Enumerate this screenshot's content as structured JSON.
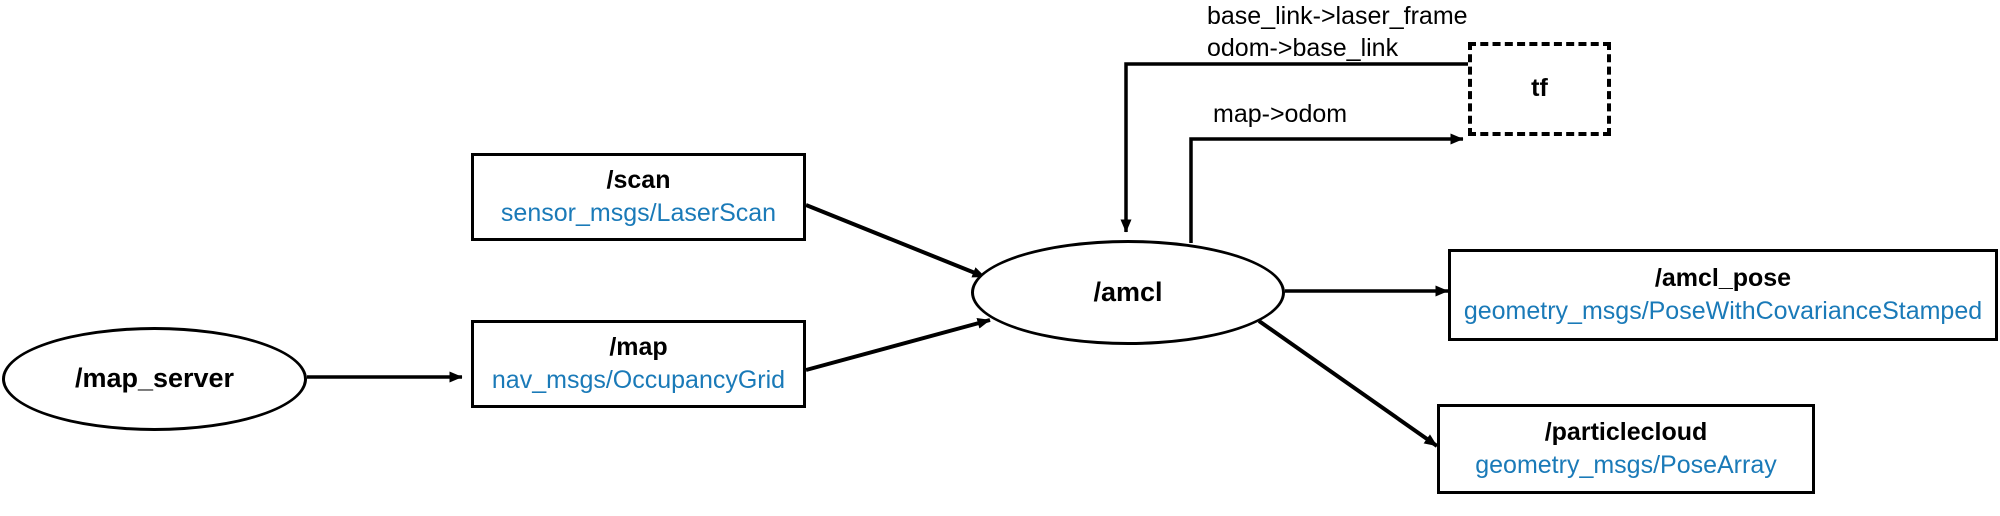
{
  "diagram": {
    "title": "AMCL ROS node graph",
    "colors": {
      "stroke": "#000000",
      "node_fill": "#ffffff",
      "message_type": "#1a7ab8",
      "background": "#ffffff"
    }
  },
  "nodes": {
    "map_server": {
      "name": "/map_server",
      "shape": "ellipse",
      "kind": "node"
    },
    "amcl": {
      "name": "/amcl",
      "shape": "ellipse",
      "kind": "node"
    },
    "tf": {
      "name": "tf",
      "shape": "dashed-rect",
      "kind": "transform-tree"
    },
    "scan_topic": {
      "name": "/scan",
      "type": "sensor_msgs/LaserScan",
      "shape": "rect",
      "kind": "topic"
    },
    "map_topic": {
      "name": "/map",
      "type": "nav_msgs/OccupancyGrid",
      "shape": "rect",
      "kind": "topic"
    },
    "amcl_pose_topic": {
      "name": "/amcl_pose",
      "type": "geometry_msgs/PoseWithCovarianceStamped",
      "shape": "rect",
      "kind": "topic"
    },
    "particlecloud_topic": {
      "name": "/particlecloud",
      "type": "geometry_msgs/PoseArray",
      "shape": "rect",
      "kind": "topic"
    }
  },
  "edge_labels": {
    "tf_in_line1": "base_link->laser_frame",
    "tf_in_line2": "odom->base_link",
    "tf_out": "map->odom"
  },
  "edges": [
    {
      "from": "map_server",
      "to": "map_topic",
      "label": ""
    },
    {
      "from": "scan_topic",
      "to": "amcl",
      "label": ""
    },
    {
      "from": "map_topic",
      "to": "amcl",
      "label": ""
    },
    {
      "from": "tf",
      "to": "amcl",
      "label": "base_link->laser_frame / odom->base_link"
    },
    {
      "from": "amcl",
      "to": "tf",
      "label": "map->odom"
    },
    {
      "from": "amcl",
      "to": "amcl_pose_topic",
      "label": ""
    },
    {
      "from": "amcl",
      "to": "particlecloud_topic",
      "label": ""
    }
  ]
}
